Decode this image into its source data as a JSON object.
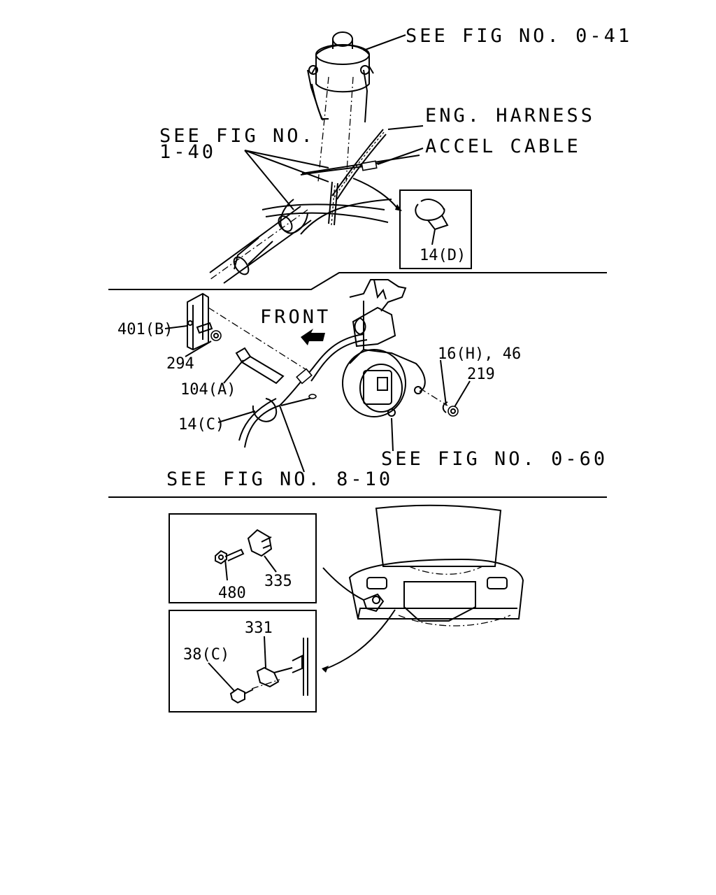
{
  "labels": {
    "see_fig_0_41": "SEE FIG NO. 0-41",
    "eng_harness": "ENG. HARNESS",
    "accel_cable": "ACCEL CABLE",
    "see_fig_1_40_a": "SEE FIG NO.",
    "see_fig_1_40_b": "1-40",
    "part_14d": "14(D)",
    "front": "FRONT",
    "part_401b": "401(B)",
    "part_294": "294",
    "part_104a": "104(A)",
    "part_14c": "14(C)",
    "see_fig_8_10": "SEE FIG NO. 8-10",
    "part_16h_46": "16(H), 46",
    "part_219": "219",
    "see_fig_0_60": "SEE FIG NO. 0-60",
    "part_480": "480",
    "part_335": "335",
    "part_331": "331",
    "part_38c": "38(C)"
  }
}
